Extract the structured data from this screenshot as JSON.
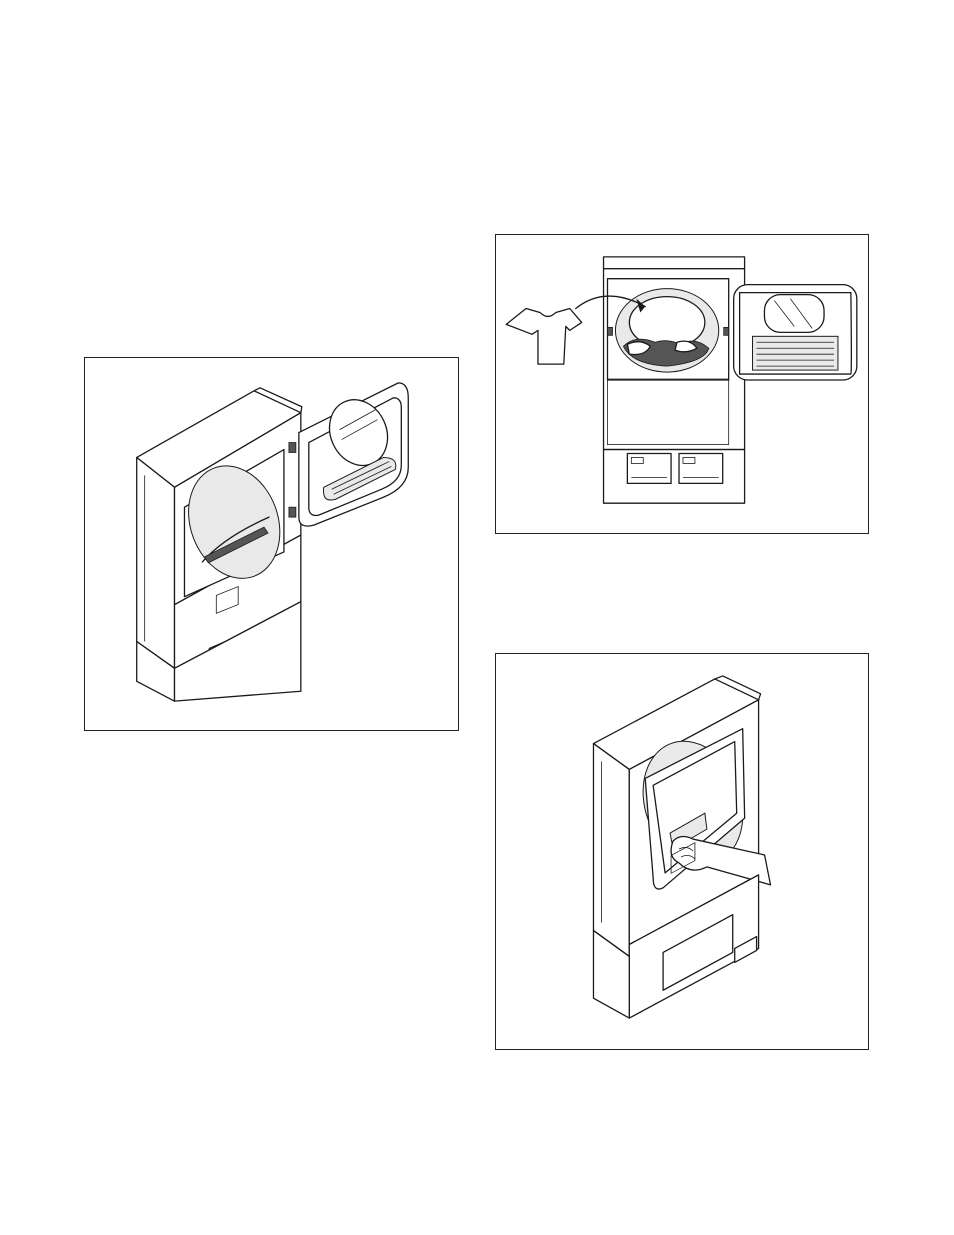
{
  "page": {
    "figures": [
      {
        "id": "open-door",
        "description_icon": "dryer-door-open-icon"
      },
      {
        "id": "load-laundry",
        "description_icon": "dryer-load-laundry-icon"
      },
      {
        "id": "close-door",
        "description_icon": "dryer-close-door-icon"
      }
    ]
  },
  "colors": {
    "line": "#1a1a1a",
    "background": "#ffffff",
    "border": "#222222"
  }
}
